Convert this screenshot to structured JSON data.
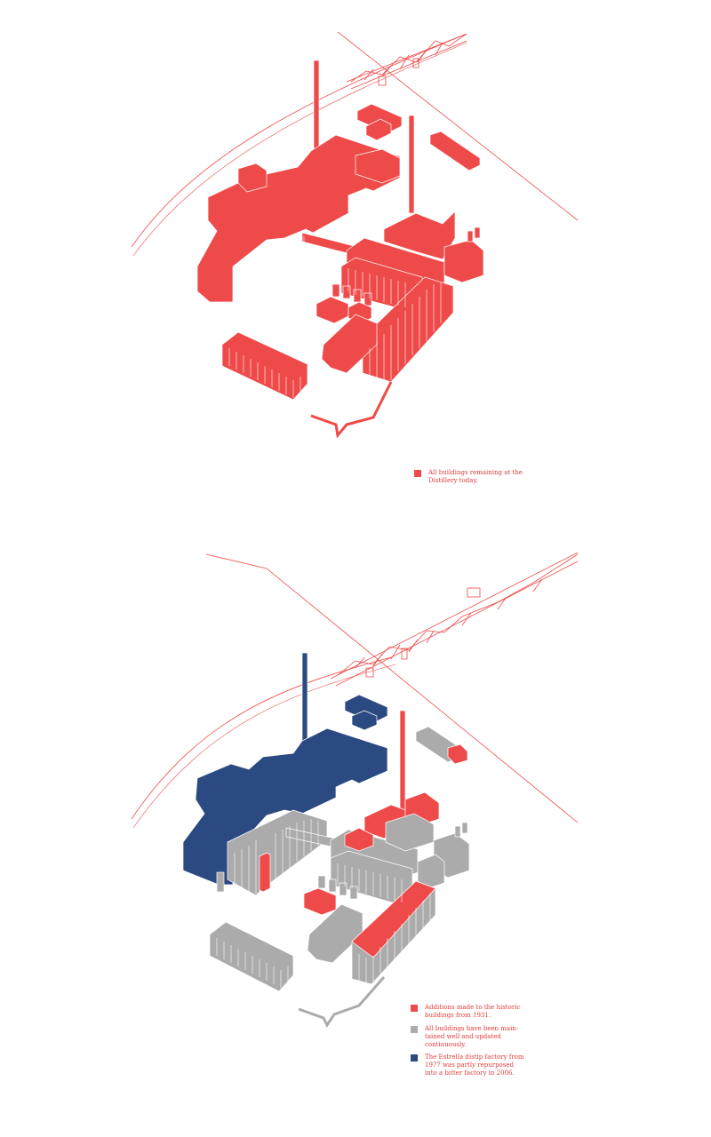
{
  "colors": {
    "remaining": "#ef4a4a",
    "additions": "#ef4a4a",
    "maintained": "#ababab",
    "repurposed": "#2c4a82",
    "text": "#e23b3b",
    "line": "#ef4a4a"
  },
  "legend_top": [
    {
      "color": "#ef4a4a",
      "text": "All buildings remaining at the\nDistillery today."
    }
  ],
  "legend_bottom": [
    {
      "color": "#ef4a4a",
      "text": "Additions made to the historic\nbuildings from 1931."
    },
    {
      "color": "#ababab",
      "text": "All buildings have been main-\ntained well and updated\ncontinuously."
    },
    {
      "color": "#2c4a82",
      "text": "The Estrella distip factory from\n1977 was partly repurposed\ninto a bitter factory in 2006."
    }
  ]
}
